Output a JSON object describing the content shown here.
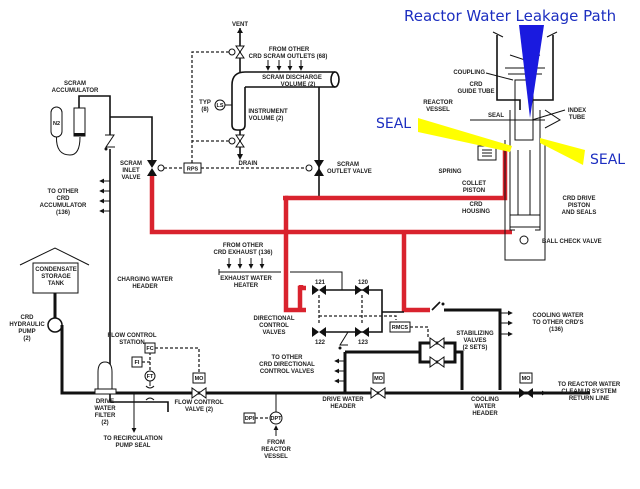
{
  "title": "Reactor Water Leakage Path",
  "seal_left": "SEAL",
  "seal_right": "SEAL",
  "colors": {
    "leak_path": "#1a1adf",
    "seal_highlight": "#ffff00",
    "flow_path": "#d9232e",
    "overlay_text": "#1c2ec0"
  },
  "labels": {
    "vent": "VENT",
    "from_other_outlets_1": "FROM OTHER",
    "from_other_outlets_2": "CRD SCRAM OUTLETS (68)",
    "sdv_1": "SCRAM DISCHARGE",
    "sdv_2": "VOLUME (2)",
    "typ_1": "TYP",
    "typ_2": "(8)",
    "ls": "LS",
    "iv_1": "INSTRUMENT",
    "iv_2": "VOLUME (2)",
    "drain": "DRAIN",
    "scram_acc_1": "SCRAM",
    "scram_acc_2": "ACCUMULATOR",
    "n2": "N2",
    "scram_inlet_1": "SCRAM",
    "scram_inlet_2": "INLET",
    "scram_inlet_3": "VALVE",
    "rps": "RPS",
    "scram_outlet_1": "SCRAM",
    "scram_outlet_2": "OUTLET VALVE",
    "to_other_acc_1": "TO OTHER",
    "to_other_acc_2": "CRD",
    "to_other_acc_3": "ACCUMULATOR",
    "to_other_acc_4": "(136)",
    "coupling": "COUPLING",
    "guide_tube_1": "CRD",
    "guide_tube_2": "GUIDE TUBE",
    "reactor_vessel_1": "REACTOR",
    "reactor_vessel_2": "VESSEL",
    "seal_small": "SEAL",
    "index_tube_1": "INDEX",
    "index_tube_2": "TUBE",
    "spring": "SPRING",
    "collet_1": "COLLET",
    "collet_2": "PISTON",
    "housing_1": "CRD",
    "housing_2": "HOUSING",
    "drive_piston_1": "CRD DRIVE",
    "drive_piston_2": "PISTON",
    "drive_piston_3": "AND SEALS",
    "ball_check": "BALL CHECK VALVE",
    "cst_1": "CONDENSATE",
    "cst_2": "STORAGE",
    "cst_3": "TANK",
    "charging_1": "CHARGING WATER",
    "charging_2": "HEADER",
    "from_exhaust_1": "FROM OTHER",
    "from_exhaust_2": "CRD EXHAUST (136)",
    "exhaust_1": "EXHAUST WATER",
    "exhaust_2": "HEATER",
    "v121": "121",
    "v120": "120",
    "v122": "122",
    "v123": "123",
    "dcv_1": "DIRECTIONAL",
    "dcv_2": "CONTROL",
    "dcv_3": "VALVES",
    "rmcs": "RMCS",
    "cooling_other_1": "COOLING WATER",
    "cooling_other_2": "TO OTHER CRD'S",
    "cooling_other_3": "(136)",
    "stab_1": "STABILIZING",
    "stab_2": "VALVES",
    "stab_3": "(2 SETS)",
    "pump_1": "CRD",
    "pump_2": "HYDRAULIC",
    "pump_3": "PUMP",
    "pump_4": "(2)",
    "fcs_1": "FLOW CONTROL",
    "fcs_2": "STATION",
    "fc": "FC",
    "fi": "FI",
    "ft": "FT",
    "mo": "MO",
    "to_other_dcv_1": "TO OTHER",
    "to_other_dcv_2": "CRD DIRECTIONAL",
    "to_other_dcv_3": "CONTROL VALVES",
    "filter_1": "DRIVE",
    "filter_2": "WATER",
    "filter_3": "FILTER",
    "filter_4": "(2)",
    "fcv_1": "FLOW CONTROL",
    "fcv_2": "VALVE (2)",
    "dwh_1": "DRIVE WATER",
    "dwh_2": "HEADER",
    "cwh_1": "COOLING",
    "cwh_2": "WATER",
    "cwh_3": "HEADER",
    "rwcu_1": "TO REACTOR WATER",
    "rwcu_2": "CLEANUP SYSTEM",
    "rwcu_3": "RETURN LINE",
    "recirc_1": "TO RECIRCULATION",
    "recirc_2": "PUMP SEAL",
    "dpi": "DPI",
    "dpt": "DPT",
    "from_rv_1": "FROM",
    "from_rv_2": "REACTOR",
    "from_rv_3": "VESSEL"
  }
}
